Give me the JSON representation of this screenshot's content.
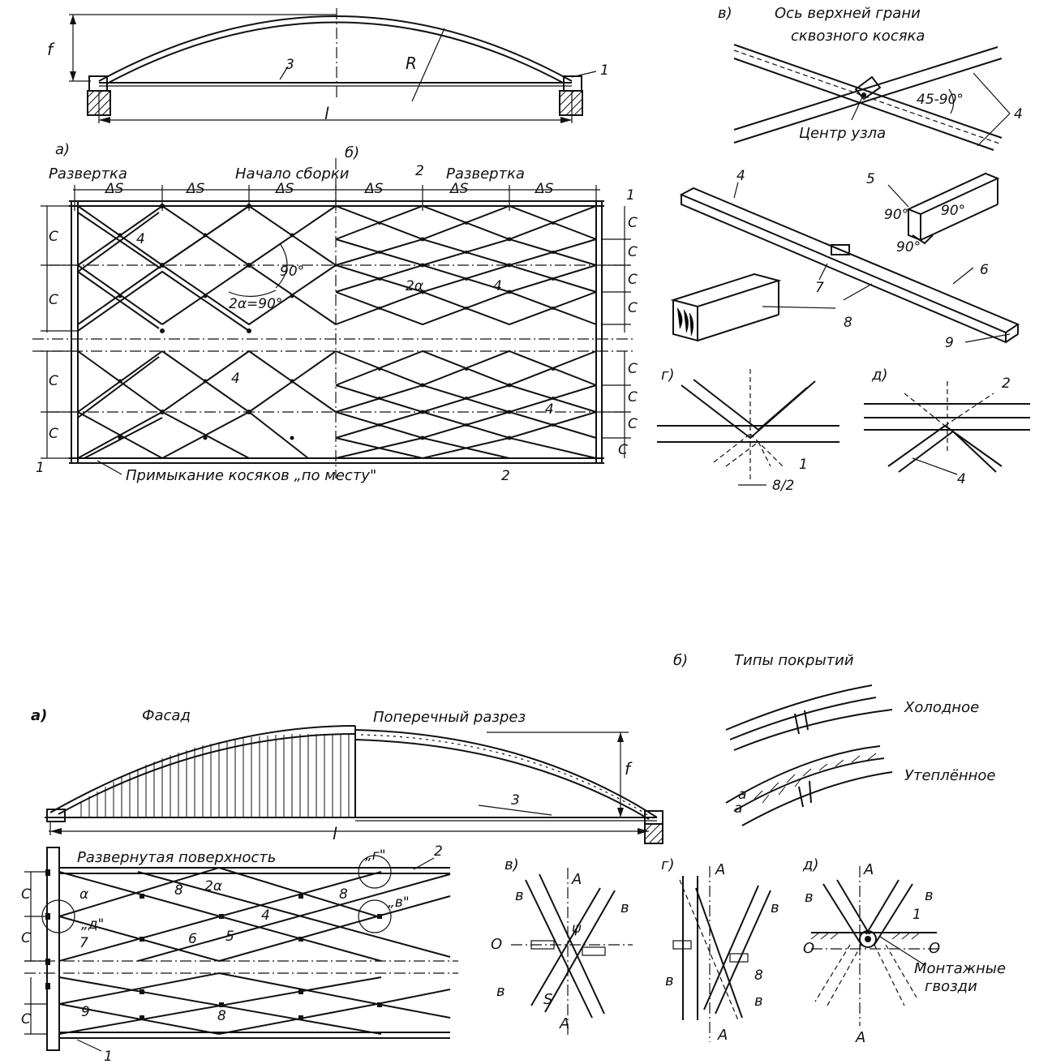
{
  "top": {
    "elevation": {
      "f": "f",
      "R": "R",
      "l": "l",
      "n3": "3",
      "n1": "1"
    },
    "plan": {
      "a": "а)",
      "b": "б)",
      "razvertka_left": "Развертка",
      "nachalo": "Начало сборки",
      "razvertka_right": "Развертка",
      "ds": "ΔS",
      "c": "C",
      "angle90": "90°",
      "angle2a": "2α=90°",
      "twoalpha": "2α",
      "n4": "4",
      "n2": "2",
      "n1": "1",
      "primykanie": "Примыкание косяков „по месту\""
    },
    "v": {
      "label": "в)",
      "axis_line1": "Ось верхней грани",
      "axis_line2": "сквозного косяка",
      "angle": "45-90°",
      "center": "Центр узла",
      "n4": "4"
    },
    "parts": {
      "n4": "4",
      "n5": "5",
      "n6": "6",
      "n7": "7",
      "n8": "8",
      "n9": "9",
      "a90": "90°"
    },
    "g": {
      "label": "г)",
      "dim": "8/2",
      "n1": "1"
    },
    "d": {
      "label": "д)",
      "n2": "2",
      "n4": "4"
    }
  },
  "bottom": {
    "a": "а)",
    "facade": "Фасад",
    "section": "Поперечный разрез",
    "f": "f",
    "n3": "3",
    "l": "l",
    "b_label": "б)",
    "types_title": "Типы покрытий",
    "cold": "Холодное",
    "warm": "Утеплённое",
    "a_small": "а",
    "dev_title": "Развернутая поверхность",
    "callouts": {
      "g": "„г\"",
      "v": "„в\"",
      "d": "„д\""
    },
    "nums": {
      "n1": "1",
      "n2": "2",
      "n4": "4",
      "n5": "5",
      "n6": "6",
      "n7": "7",
      "n8": "8",
      "n9": "9"
    },
    "alpha": "α",
    "twoalpha": "2α",
    "c": "C",
    "det_v": "в)",
    "det_g": "г)",
    "det_d": "д)",
    "A": "A",
    "O": "O",
    "b": "в",
    "psi": "ψ",
    "S": "S",
    "mount_line1": "Монтажные",
    "mount_line2": "гвозди"
  }
}
